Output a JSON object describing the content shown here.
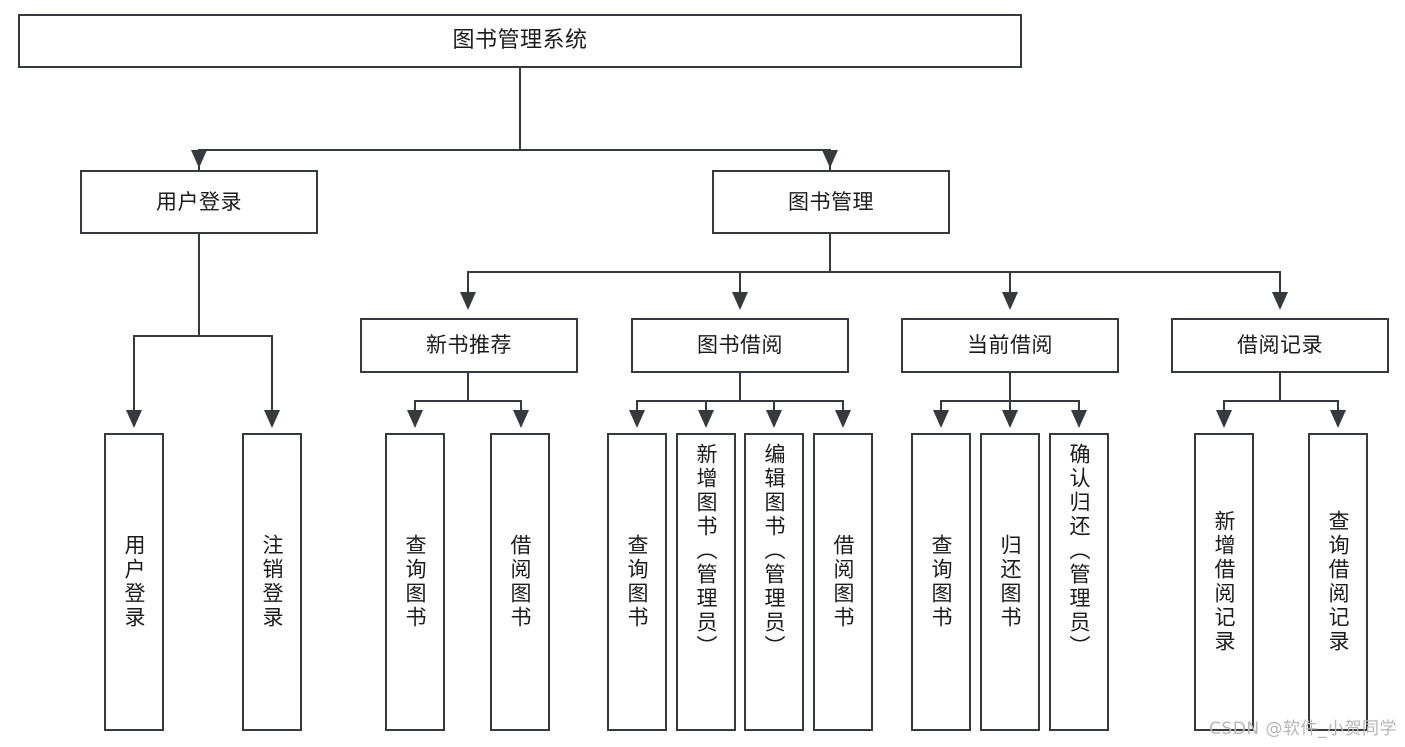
{
  "diagram": {
    "title": "图书管理系统",
    "watermark": "CSDN @软件_小贺同学",
    "colors": {
      "line": "#36393d",
      "box_border": "#36393d",
      "box_fill": "#ffffff",
      "text": "#1b1b1b",
      "background": "#ffffff",
      "watermark": "#b6b6b6"
    },
    "root": {
      "label": "图书管理系统"
    },
    "level2": [
      {
        "label": "用户登录"
      },
      {
        "label": "图书管理"
      }
    ],
    "level3": [
      {
        "label": "新书推荐"
      },
      {
        "label": "图书借阅"
      },
      {
        "label": "当前借阅"
      },
      {
        "label": "借阅记录"
      }
    ],
    "leaves": {
      "user_login": [
        {
          "label": "用户登录"
        },
        {
          "label": "注销登录"
        }
      ],
      "new_book_recommend": [
        {
          "label": "查询图书"
        },
        {
          "label": "借阅图书"
        }
      ],
      "book_borrow": [
        {
          "label": "查询图书"
        },
        {
          "label": "新增图书（管理员）"
        },
        {
          "label": "编辑图书（管理员）"
        },
        {
          "label": "借阅图书"
        }
      ],
      "current_borrow": [
        {
          "label": "查询图书"
        },
        {
          "label": "归还图书"
        },
        {
          "label": "确认归还（管理员）"
        }
      ],
      "borrow_record": [
        {
          "label": "新增借阅记录"
        },
        {
          "label": "查询借阅记录"
        }
      ]
    }
  }
}
